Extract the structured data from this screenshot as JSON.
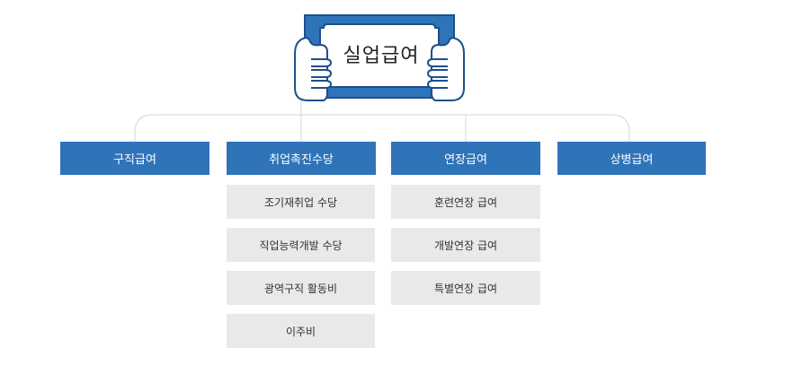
{
  "header": {
    "title": "실업급여"
  },
  "categories": [
    {
      "label": "구직급여",
      "children": []
    },
    {
      "label": "취업촉진수당",
      "children": [
        "조기재취업 수당",
        "직업능력개발 수당",
        "광역구직 활동비",
        "이주비"
      ]
    },
    {
      "label": "연장급여",
      "children": [
        "훈련연장 급여",
        "개발연장 급여",
        "특별연장 급여"
      ]
    },
    {
      "label": "상병급여",
      "children": []
    }
  ],
  "colors": {
    "primary": "#2f74b9",
    "sub_box": "#e9e9e9",
    "line": "#d4d4d4",
    "outline": "#1d4f8a"
  }
}
